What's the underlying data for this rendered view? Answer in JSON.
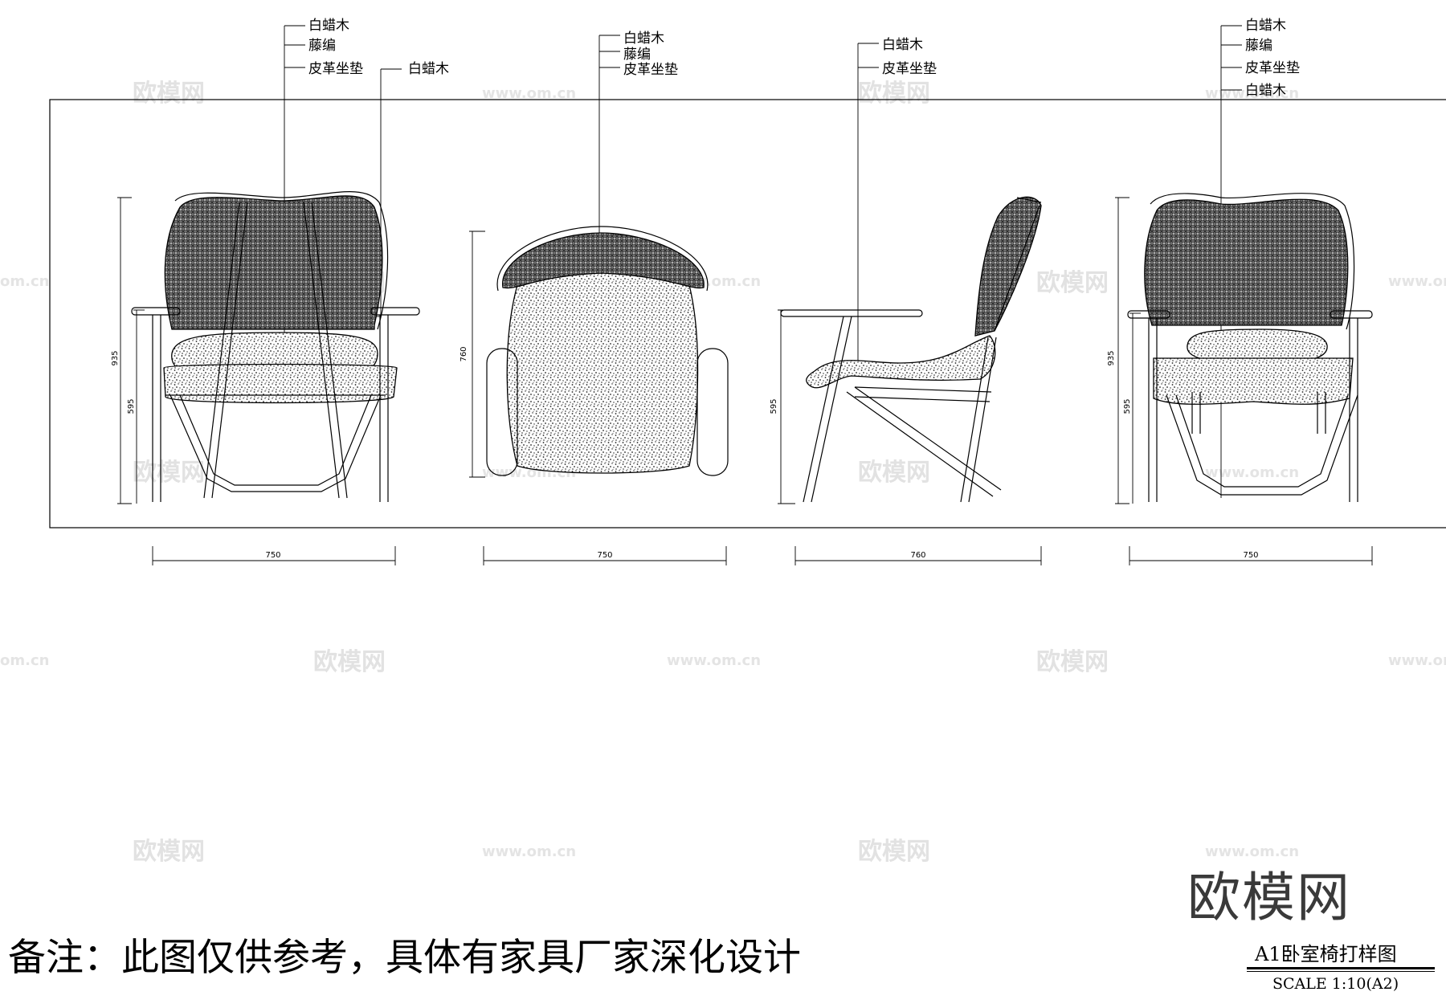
{
  "labels": {
    "ash_wood": "白蜡木",
    "rattan": "藤编",
    "leather_cushion": "皮革坐垫"
  },
  "dimensions": {
    "v1_height_total": "935",
    "v1_height_arm": "595",
    "v1_width": "750",
    "v2_height": "760",
    "v2_width": "750",
    "v3_height_arm": "595",
    "v3_width": "760",
    "v4_height_total": "935",
    "v4_height_arm": "595",
    "v4_width": "750"
  },
  "note": "备注：此图仅供参考，具体有家具厂家深化设计",
  "watermark": {
    "logo": "欧模网",
    "url": "www.om.cn",
    "url_partial": "om.cn"
  },
  "title_block": {
    "title": "A1卧室椅打样图",
    "scale": "SCALE  1:10(A2)"
  }
}
